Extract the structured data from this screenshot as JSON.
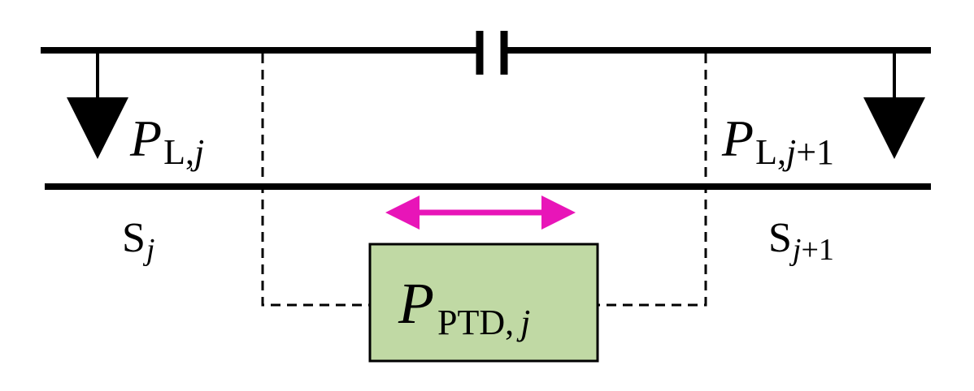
{
  "diagram": {
    "colors": {
      "line": "#000000",
      "ptd_fill": "#c0d9a4",
      "ptd_border": "#000000",
      "arrow": "#e815b8"
    },
    "labels": {
      "load_left": {
        "main": "P",
        "sub": "L,",
        "sub_var": "j"
      },
      "load_right": {
        "main": "P",
        "sub": "L,",
        "sub_var": "j",
        "sub_rest": "+1"
      },
      "section_left": {
        "main": "S",
        "sub_var": "j"
      },
      "section_right": {
        "main": "S",
        "sub_var": "j",
        "sub_rest": "+1"
      },
      "ptd": {
        "main": "P",
        "sub": "PTD,",
        "sub_var": "j"
      }
    },
    "icons": {
      "capacitor": "capacitor-icon",
      "load_arrow": "load-arrow-icon",
      "transfer_arrow": "bidirectional-arrow-icon"
    }
  }
}
